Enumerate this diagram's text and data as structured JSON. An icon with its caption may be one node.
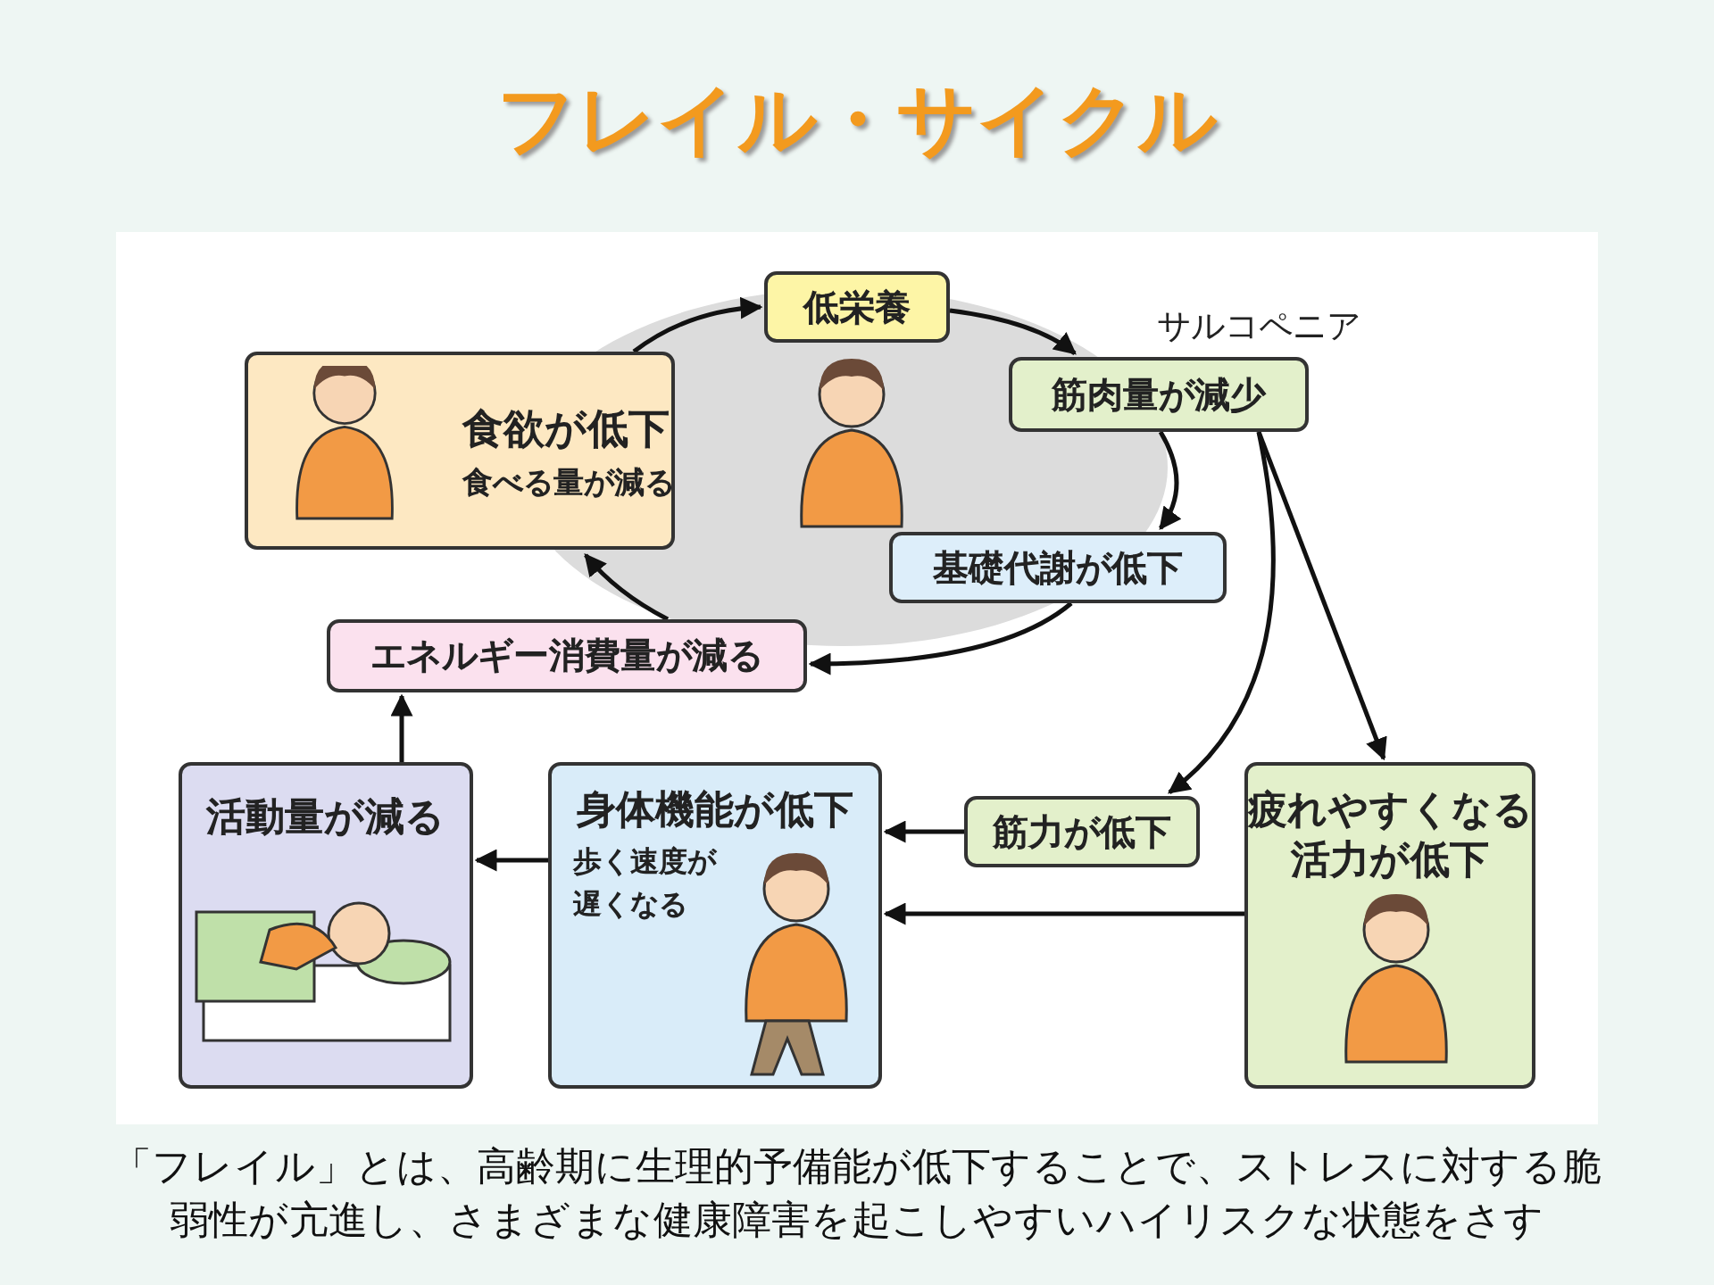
{
  "diagram": {
    "title": "フレイル・サイクル",
    "caption": "「フレイル」とは、高齢期に生理的予備能が低下することで、ストレスに対する脆弱性が亢進し、さまざまな健康障害を起こしやすいハイリスクな状態をさす",
    "nodes": [
      {
        "text": [
          "低栄養"
        ]
      },
      {
        "text": [
          "筋肉量が減少"
        ],
        "beside": [
          "サルコペニア"
        ]
      },
      {
        "text": [
          "基礎代謝が低下"
        ]
      },
      {
        "text": [
          "エネルギー消費量が減る"
        ]
      },
      {
        "text": [
          "食欲が低下",
          "食べる量が減る"
        ]
      },
      {
        "text": [
          "活動量が減る"
        ]
      },
      {
        "text": [
          "身体機能が低下",
          "歩く速度が遅くなる"
        ]
      },
      {
        "text": [
          "筋力が低下"
        ]
      },
      {
        "text": [
          "疲れやすくなる",
          "活力が低下"
        ]
      }
    ],
    "edges": [
      {
        "from": 4,
        "to": 0,
        "arrow": "to"
      },
      {
        "from": 0,
        "to": 1,
        "arrow": "to"
      },
      {
        "from": 1,
        "to": 2,
        "arrow": "to"
      },
      {
        "from": 2,
        "to": 3,
        "arrow": "to"
      },
      {
        "from": 3,
        "to": 4,
        "arrow": "to"
      },
      {
        "from": 1,
        "to": 7,
        "arrow": "to"
      },
      {
        "from": 1,
        "to": 8,
        "arrow": "to"
      },
      {
        "from": 7,
        "to": 6,
        "arrow": "to"
      },
      {
        "from": 8,
        "to": 6,
        "arrow": "to"
      },
      {
        "from": 6,
        "to": 5,
        "arrow": "to"
      },
      {
        "from": 5,
        "to": 3,
        "arrow": "to"
      }
    ]
  }
}
